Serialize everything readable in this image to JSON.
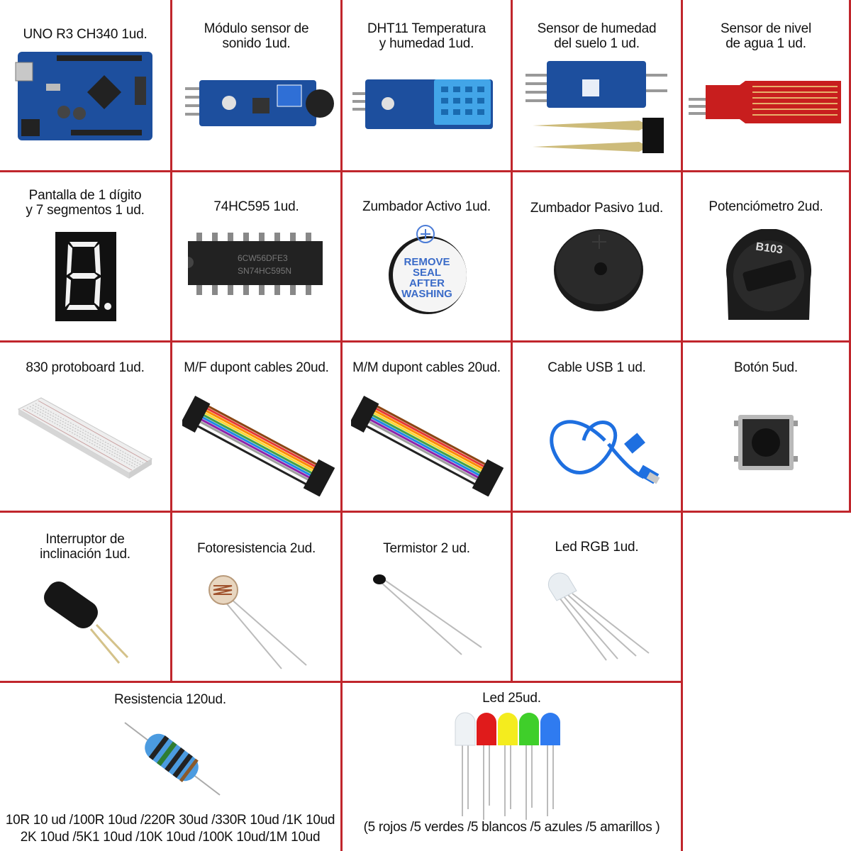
{
  "items": [
    {
      "title": "UNO R3 CH340 1ud."
    },
    {
      "title": "Módulo sensor de\nsonido 1ud."
    },
    {
      "title": "DHT11 Temperatura\ny humedad 1ud."
    },
    {
      "title": "Sensor de humedad\ndel suelo 1 ud."
    },
    {
      "title": "Sensor de nivel\nde agua 1 ud."
    },
    {
      "title": "Pantalla de 1 dígito\ny 7 segmentos 1 ud."
    },
    {
      "title": "74HC595 1ud."
    },
    {
      "title": "Zumbador Activo 1ud."
    },
    {
      "title": "Zumbador Pasivo 1ud."
    },
    {
      "title": "Potenciómetro 2ud."
    },
    {
      "title": "830 protoboard 1ud."
    },
    {
      "title": "M/F dupont cables 20ud."
    },
    {
      "title": "M/M dupont cables 20ud."
    },
    {
      "title": "Cable USB 1 ud."
    },
    {
      "title": "Botón 5ud."
    },
    {
      "title": "Interruptor de\ninclinación 1ud."
    },
    {
      "title": "Fotoresistencia 2ud."
    },
    {
      "title": "Termistor 2 ud."
    },
    {
      "title": "Led RGB 1ud."
    },
    {
      "title": "Resistencia 120ud.",
      "detail": "10R 10 ud /100R 10ud /220R 30ud /330R 10ud /1K 10ud\n2K 10ud /5K1 10ud /10K 10ud /100K 10ud/1M 10ud"
    },
    {
      "title": "Led 25ud.",
      "detail": "(5 rojos /5 verdes /5 blancos /5 azules /5 amarillos )"
    }
  ],
  "chip_text": {
    "line1": "6CW56DFE3",
    "line2": "SN74HC595N"
  },
  "buzzer_text": {
    "line1": "REMOVE",
    "line2": "SEAL",
    "line3": "AFTER",
    "line4": "WASHING"
  },
  "pot_text": "B103",
  "colors": {
    "border": "#c0262c",
    "pcb_blue": "#1d4f9e",
    "water_red": "#c81e1e"
  }
}
